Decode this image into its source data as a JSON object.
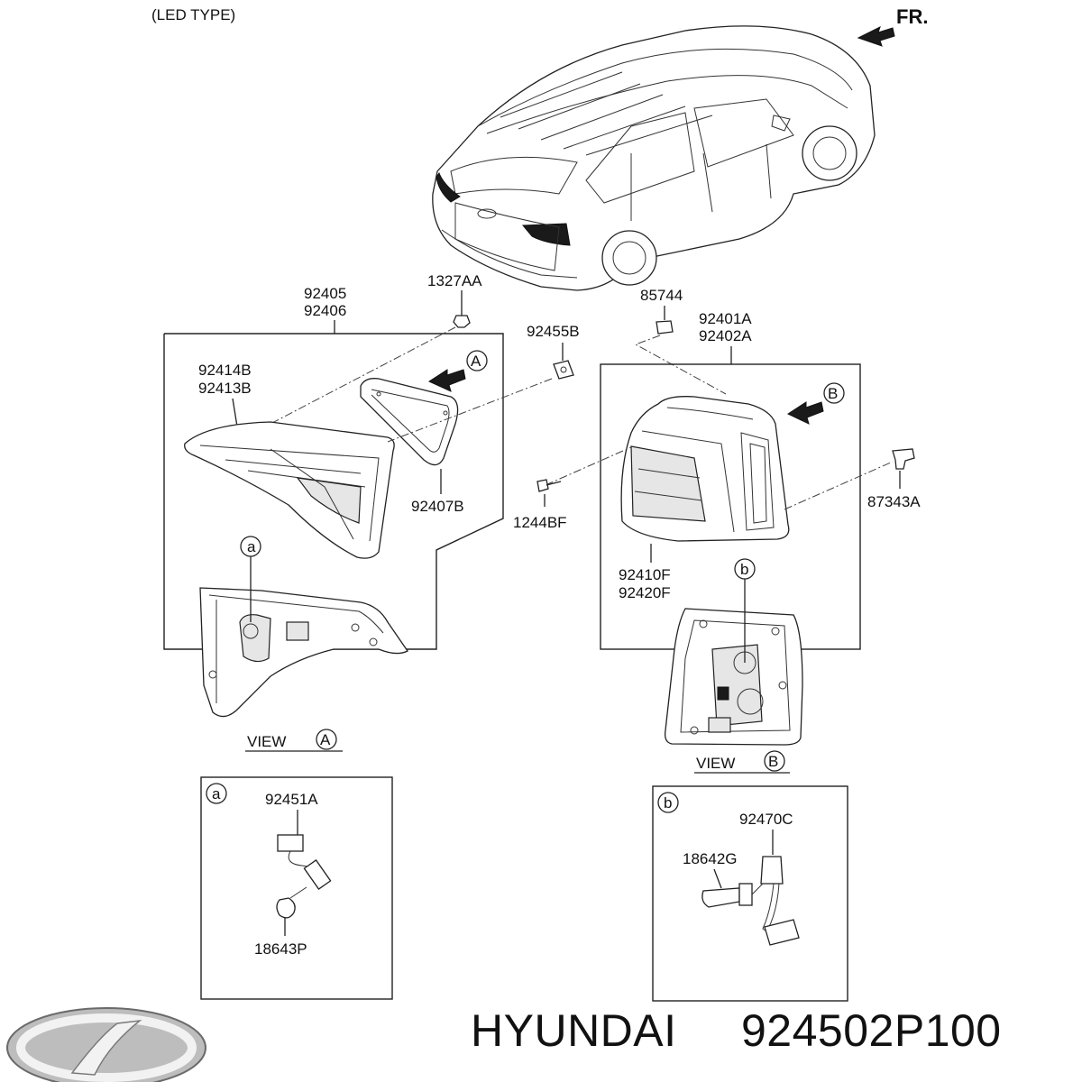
{
  "header": {
    "type_note": "(LED TYPE)",
    "front_marker": "FR."
  },
  "callouts": {
    "left_assembly": [
      "92405",
      "92406"
    ],
    "clip_top": "1327AA",
    "inner_lamp": [
      "92414B",
      "92413B"
    ],
    "bracket": "92455B",
    "gasket": "92407B",
    "screw": "1244BF",
    "nut": "85744",
    "right_assembly": [
      "92401A",
      "92402A"
    ],
    "outer_lamp": [
      "92410F",
      "92420F"
    ],
    "clip_right": "87343A"
  },
  "views": {
    "view_a": {
      "word": "VIEW",
      "letter": "A"
    },
    "view_b": {
      "word": "VIEW",
      "letter": "B"
    },
    "arrow_a": "A",
    "arrow_b": "B"
  },
  "details": {
    "a": {
      "letter": "a",
      "socket": "92451A",
      "bulb": "18643P"
    },
    "b": {
      "letter": "b",
      "socket": "92470C",
      "bulb": "18642G"
    }
  },
  "footer": {
    "brand": "HYUNDAI",
    "part_number": "924502P100"
  },
  "icons": [
    "front-arrow-icon",
    "hyundai-logo-icon"
  ]
}
